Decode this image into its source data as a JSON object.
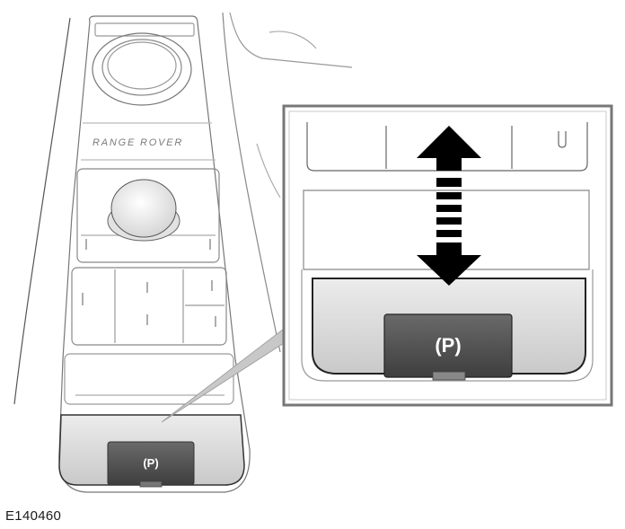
{
  "figure": {
    "code": "E140460",
    "brand_text": "RANGE ROVER",
    "parking_brake_symbol": "(P)"
  },
  "icons": {
    "parking_brake": "parking-brake-icon",
    "direction": "up-down-arrow-icon"
  },
  "colors": {
    "line": "#555555",
    "switch_dark": "#4e4e4e",
    "panel_grey": "#d9d9d9",
    "inset_bg": "#f2f2f2"
  }
}
